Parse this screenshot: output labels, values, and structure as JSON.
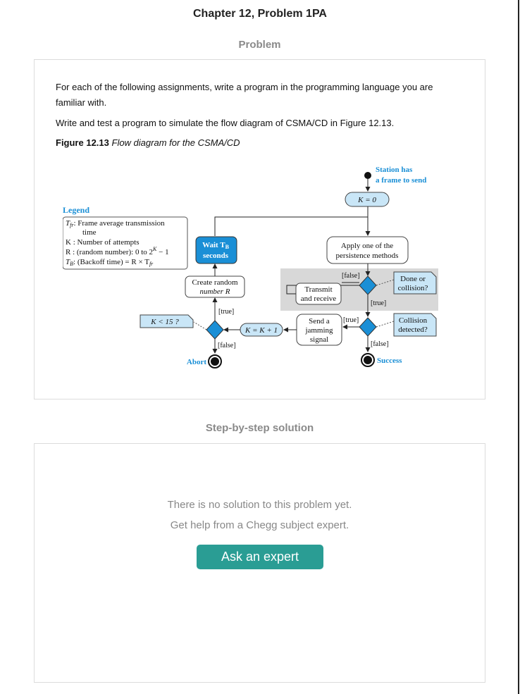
{
  "header": {
    "title": "Chapter 12, Problem 1PA"
  },
  "problem": {
    "section_label": "Problem",
    "intro": "For each of the following assignments, write a program in the programming language you are familiar with.",
    "task": "Write and test a program to simulate the flow diagram of CSMA/CD in Figure 12.13.",
    "figure_label": "Figure 12.13",
    "figure_caption": "Flow diagram for the CSMA/CD"
  },
  "diagram": {
    "legend_title": "Legend",
    "legend_tfr": "T",
    "legend_tfr_sub": "fr",
    "legend_tfr_desc": ": Frame average transmission",
    "legend_time": "time",
    "legend_k": "K : Number of attempts",
    "legend_r": "R : (random number): 0 to 2",
    "legend_r_exp": "K",
    "legend_r_tail": " − 1",
    "legend_tb": "T",
    "legend_tb_sub": "B",
    "legend_tb_desc": ": (Backoff time) = R × T",
    "legend_tb_sub2": "fr",
    "start_note_1": "Station has",
    "start_note_2": "a frame to send",
    "k_zero": "K = 0",
    "persist_1": "Apply one of the",
    "persist_2": "persistence methods",
    "wait_1": "Wait T",
    "wait_sub": "B",
    "wait_2": "seconds",
    "create_1": "Create random",
    "create_2": "number R",
    "transmit_1": "Transmit",
    "transmit_2": "and receive",
    "false_label": "[false]",
    "true_label": "[true]",
    "done_1": "Done or",
    "done_2": "collision?",
    "jam_1": "Send a",
    "jam_2": "jamming",
    "jam_3": "signal",
    "collision_1": "Collision",
    "collision_2": "detected?",
    "k_inc": "K = K + 1",
    "k_check": "K < 15 ?",
    "abort": "Abort",
    "success": "Success"
  },
  "solution": {
    "section_label": "Step-by-step solution",
    "no_solution": "There is no solution to this problem yet.",
    "get_help": "Get help from a Chegg subject expert.",
    "ask_button": "Ask an expert"
  },
  "colors": {
    "accent": "#2a9d94",
    "diagram_blue": "#1a8fd6",
    "diagram_fill": "#c9e6f7",
    "highlight_bg": "#d8d8d8"
  }
}
